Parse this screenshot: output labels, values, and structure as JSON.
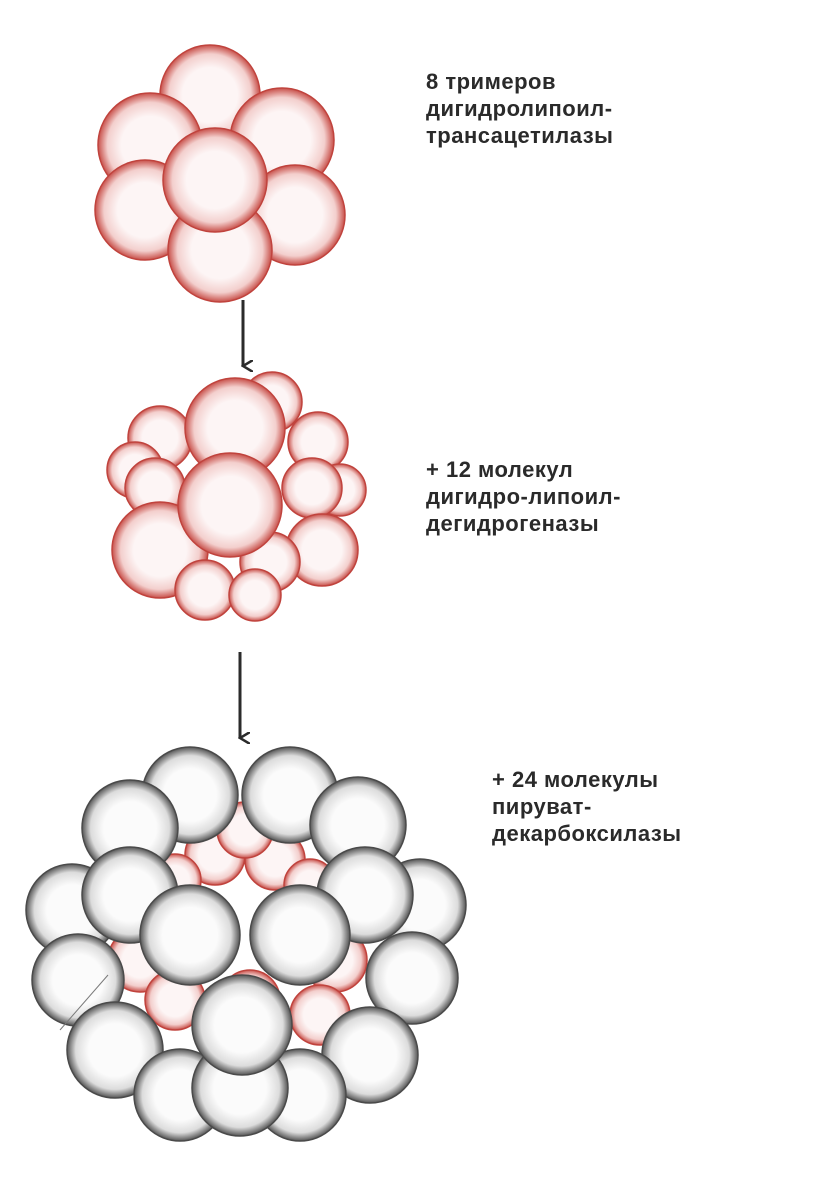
{
  "stages": [
    {
      "id": "transacetylase-core",
      "label_lines": [
        "8 тримеров",
        "дигидролипоил-",
        "трансацетилазы"
      ]
    },
    {
      "id": "dehydrogenase-added",
      "label_lines": [
        "+ 12 молекул",
        "дигидро-липоил-",
        "дегидрогеназы"
      ]
    },
    {
      "id": "decarboxylase-added",
      "label_lines": [
        "+ 24 молекулы",
        "пируват-",
        "декарбоксилазы"
      ]
    }
  ],
  "colors": {
    "red_stipple": "#c0433d",
    "red_fill": "#fbecec",
    "grey_stipple": "#4a4a4a",
    "grey_fill": "#f7f7f7",
    "arrow": "#2b2b2b",
    "text": "#2a2a2a"
  }
}
